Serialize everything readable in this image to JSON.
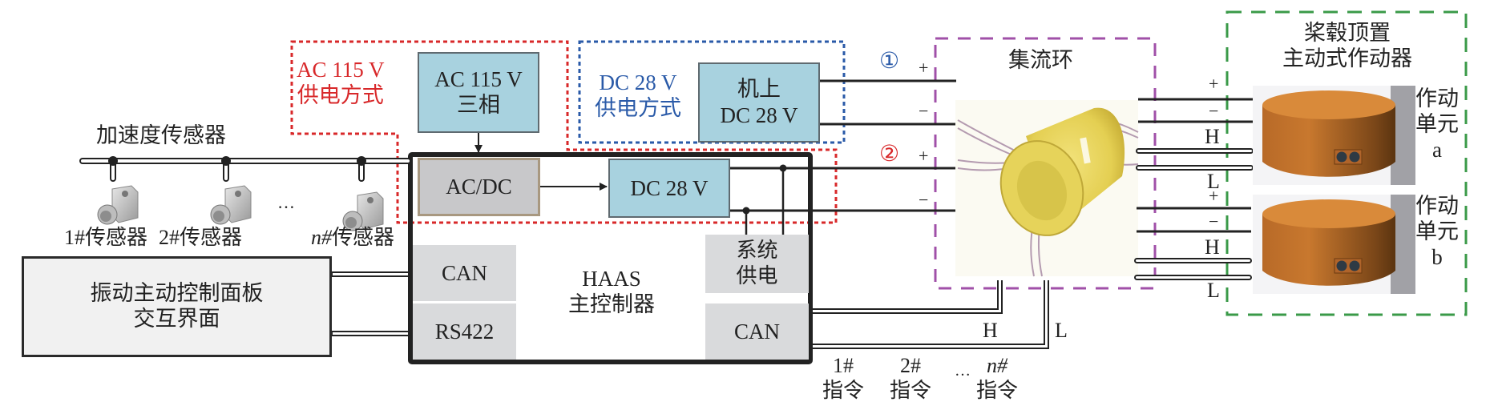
{
  "colors": {
    "ac_zone": "#d8282a",
    "dc_zone": "#2a5aa8",
    "slip_ring_zone": "#a050a8",
    "actuator_zone": "#3a9a48",
    "power_box_fill": "#a8d2df",
    "module_fill": "#d9dadc",
    "acdc_fill": "#c8c8ca",
    "acdc_border": "#a89880",
    "panel_fill": "#f1f1f1",
    "wire": "#222222"
  },
  "ac_zone": {
    "title_line1": "AC 115 V",
    "title_line2": "供电方式"
  },
  "dc_zone": {
    "title_line1": "DC 28 V",
    "title_line2": "供电方式"
  },
  "ac_source": {
    "line1": "AC 115 V",
    "line2": "三相"
  },
  "onboard_dc": {
    "line1": "机上",
    "line2": "DC 28 V"
  },
  "acdc": {
    "label": "AC/DC"
  },
  "dc28": {
    "label": "DC 28 V"
  },
  "haas": {
    "line1": "HAAS",
    "line2": "主控制器",
    "can_left": "CAN",
    "rs422": "RS422",
    "sys_power_line1": "系统",
    "sys_power_line2": "供电",
    "can_right": "CAN"
  },
  "sensors": {
    "bus_label": "加速度传感器",
    "items": [
      {
        "prefix": "1#",
        "label": "传感器"
      },
      {
        "prefix": "2#",
        "label": "传感器"
      },
      {
        "prefix": "n#",
        "label": "传感器"
      }
    ],
    "ellipsis": "…"
  },
  "panel": {
    "line1": "振动主动控制面板",
    "line2": "交互界面"
  },
  "power_lines": {
    "circle1": "①",
    "circle2": "②",
    "plus": "+",
    "minus": "−"
  },
  "slip_ring": {
    "label": "集流环"
  },
  "can_bus": {
    "h_label": "H",
    "l_label": "L"
  },
  "commands": [
    {
      "num": "1#",
      "label": "指令"
    },
    {
      "num": "2#",
      "label": "指令"
    },
    {
      "num": "n#",
      "label": "指令"
    }
  ],
  "commands_ellipsis": "…",
  "actuator_zone": {
    "line1": "桨毂顶置",
    "line2": "主动式作动器"
  },
  "actuators": [
    {
      "line1": "作动",
      "line2": "单元",
      "id": "a",
      "pins": [
        "+",
        "−",
        "H",
        "L"
      ]
    },
    {
      "line1": "作动",
      "line2": "单元",
      "id": "b",
      "pins": [
        "+",
        "−",
        "H",
        "L"
      ]
    }
  ]
}
